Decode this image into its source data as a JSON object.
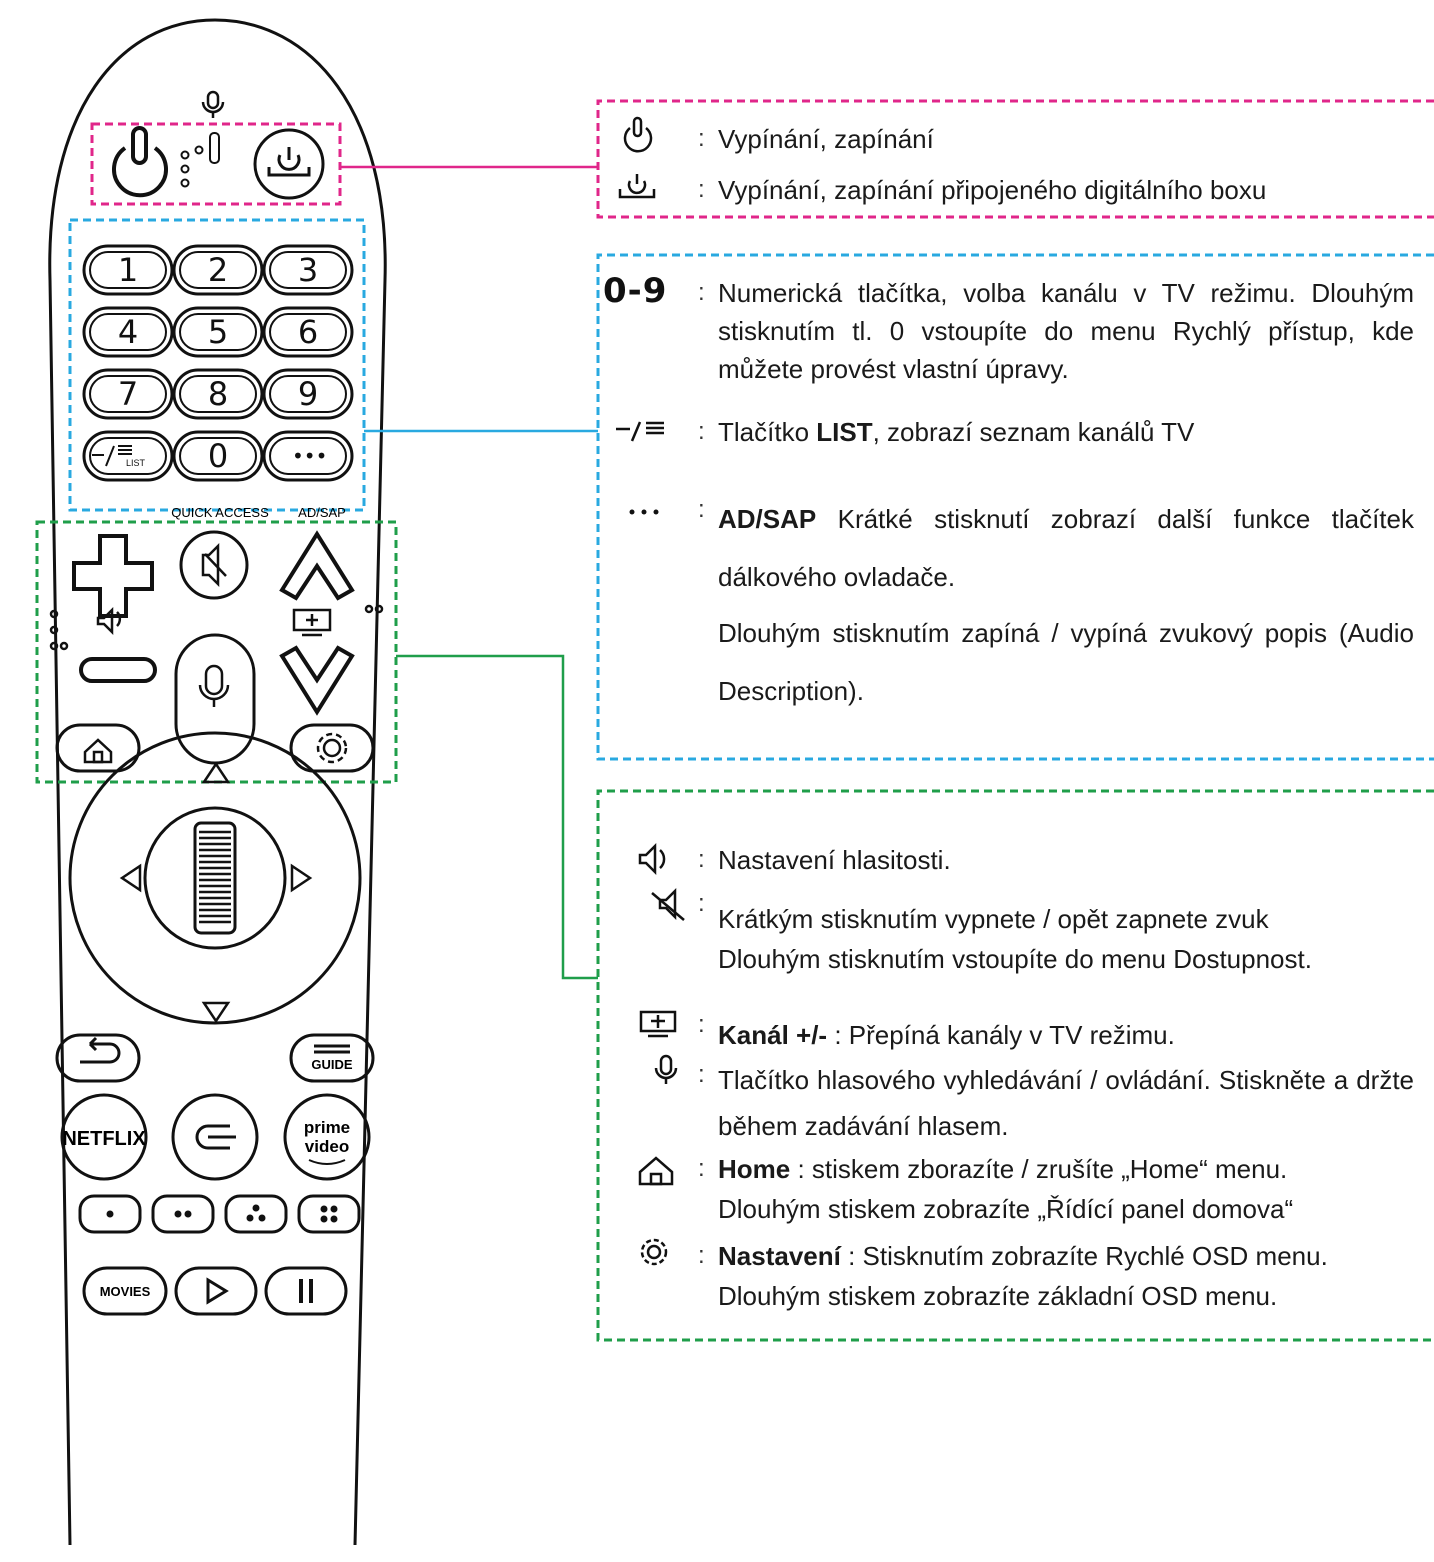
{
  "remote": {
    "digits": [
      "1",
      "2",
      "3",
      "4",
      "5",
      "6",
      "7",
      "8",
      "9",
      "0"
    ],
    "list_key_label": "LIST",
    "quick_access_label": "QUICK ACCESS",
    "ad_sap_label": "AD/SAP",
    "guide_label": "GUIDE",
    "netflix_label": "NETFLIX",
    "prime_label_1": "prime",
    "prime_label_2": "video",
    "movies_label": "MOVIES"
  },
  "colors": {
    "power_group": "#e0268a",
    "numeric_group": "#29a9e0",
    "control_group": "#1f9e4a"
  },
  "legend": {
    "power": {
      "item1": "Vypínání, zapínání",
      "item2": "Vypínání, zapínání připojeného digitálního boxu"
    },
    "numeric": {
      "label": "0-9",
      "text": "Numerická tlačítka, volba kanálu v TV režimu. Dlouhým stisknutím tl. 0 vstoupíte do menu Rychlý přístup, kde můžete provést vlastní úpravy.",
      "list_prefix": "Tlačítko ",
      "list_bold": "LIST",
      "list_suffix": ", zobrazí seznam kanálů TV",
      "adsap_bold": "AD/SAP",
      "adsap_text": " Krátké stisknutí zobrazí další funkce tlačítek dálkového ovladače.",
      "adsap_long": "Dlouhým stisknutím zapíná / vypíná zvukový popis (Audio Description)."
    },
    "control": {
      "volume": "Nastavení hlasitosti.",
      "mute_1": "Krátkým stisknutím vypnete / opět zapnete zvuk",
      "mute_2": "Dlouhým stisknutím vstoupíte do menu Dostupnost.",
      "channel_bold": "Kanál +/-",
      "channel_text": " : Přepíná kanály v TV režimu.",
      "voice": "Tlačítko hlasového vyhledávání / ovládání. Stiskněte a držte během zadávání hlasem.",
      "home_bold": "Home",
      "home_text": " : stiskem zborazíte / zrušíte „Home“ menu.",
      "home_long": "Dlouhým stiskem zobrazíte „Řídící panel domova“",
      "settings_bold": "Nastavení",
      "settings_text": " : Stisknutím zobrazíte Rychlé OSD menu.",
      "settings_long": "Dlouhým stiskem zobrazíte základní OSD menu."
    }
  }
}
